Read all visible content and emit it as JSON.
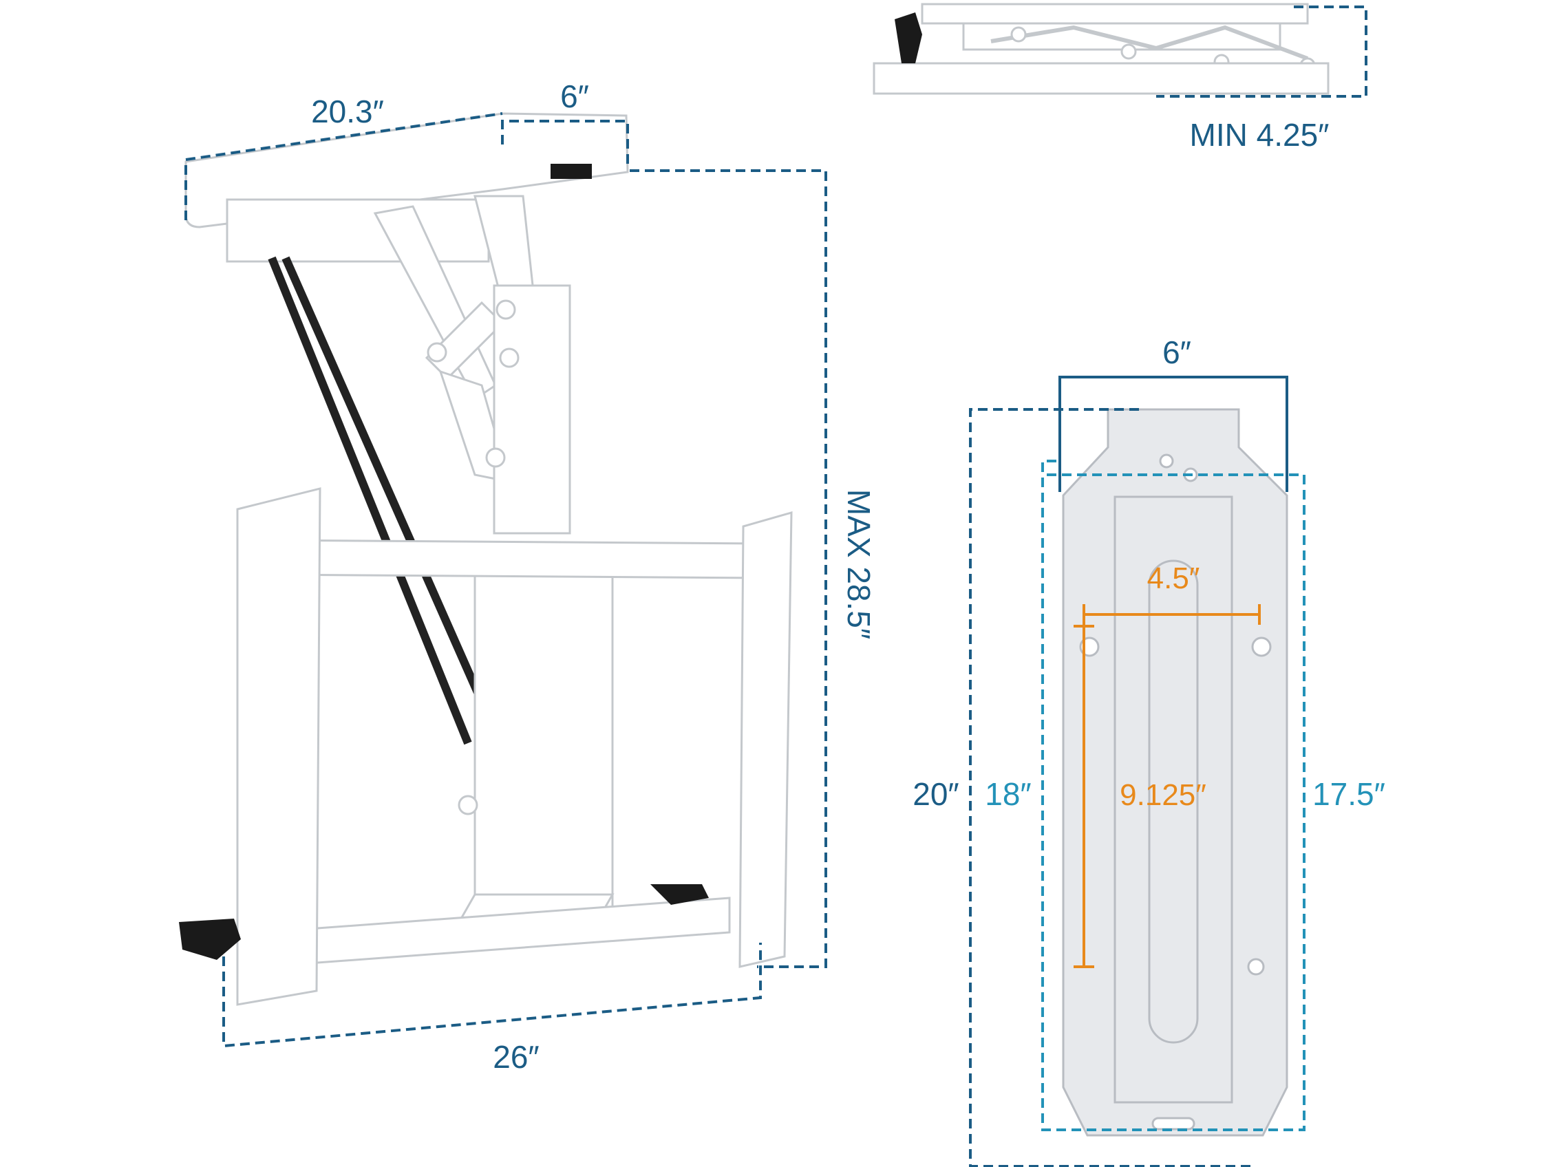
{
  "colors": {
    "navy": "#1b5c85",
    "cyan": "#2392b8",
    "orange": "#e8891b",
    "metal": "#ffffff",
    "metal_edge": "#c4c8cc",
    "plate": "#e7e9ec",
    "plate_edge": "#b8bcc2",
    "rod": "#222222",
    "knob": "#1a1a1a"
  },
  "labels": {
    "depth_top": "20.3″",
    "width_top": "6″",
    "max_height": "MAX 28.5″",
    "width_bottom": "26″",
    "min_height": "MIN 4.25″",
    "plate_width": "6″",
    "plate_total": "20″",
    "plate_outer": "18″",
    "plate_right": "17.5″",
    "hole_spacing": "4.5″",
    "hole_vertical": "9.125″"
  },
  "icons": {
    "main_view": "tv-ceiling-mount-extended",
    "folded_view": "tv-ceiling-mount-folded",
    "plate_view": "ceiling-plate-top-view",
    "knob": "tension-knob-icon"
  }
}
